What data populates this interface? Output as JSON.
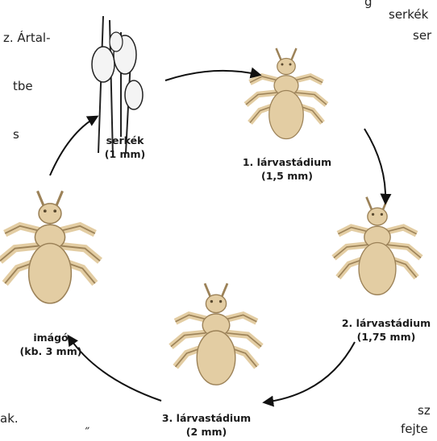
{
  "edge_text": {
    "top_left": [
      "z. Ártal-",
      "tbe",
      "s"
    ],
    "top_right_1": "g",
    "top_right_2": "serkék",
    "top_right_3": "ser",
    "bottom_left_1": "ak.",
    "bottom_left_2": "˝",
    "bottom_right_1": "sz",
    "bottom_right_2": "fejte"
  },
  "stages": [
    {
      "id": "serkek",
      "name": "serkék",
      "size": "(1 mm)"
    },
    {
      "id": "larva1",
      "name": "1. lárvastádium",
      "size": "(1,5 mm)"
    },
    {
      "id": "larva2",
      "name": "2. lárvastádium",
      "size": "(1,75 mm)"
    },
    {
      "id": "larva3",
      "name": "3. lárvastádium",
      "size": "(2 mm)"
    },
    {
      "id": "imago",
      "name": "imágó",
      "size": "(kb. 3 mm)"
    }
  ],
  "colors": {
    "louse_fill": "#e3cda3",
    "louse_stroke": "#9c8258",
    "arrow": "#111111",
    "nit_fill": "#f4f4f4"
  },
  "icons": [
    "nit-cluster-icon",
    "louse-icon",
    "cycle-arrow-icon"
  ]
}
